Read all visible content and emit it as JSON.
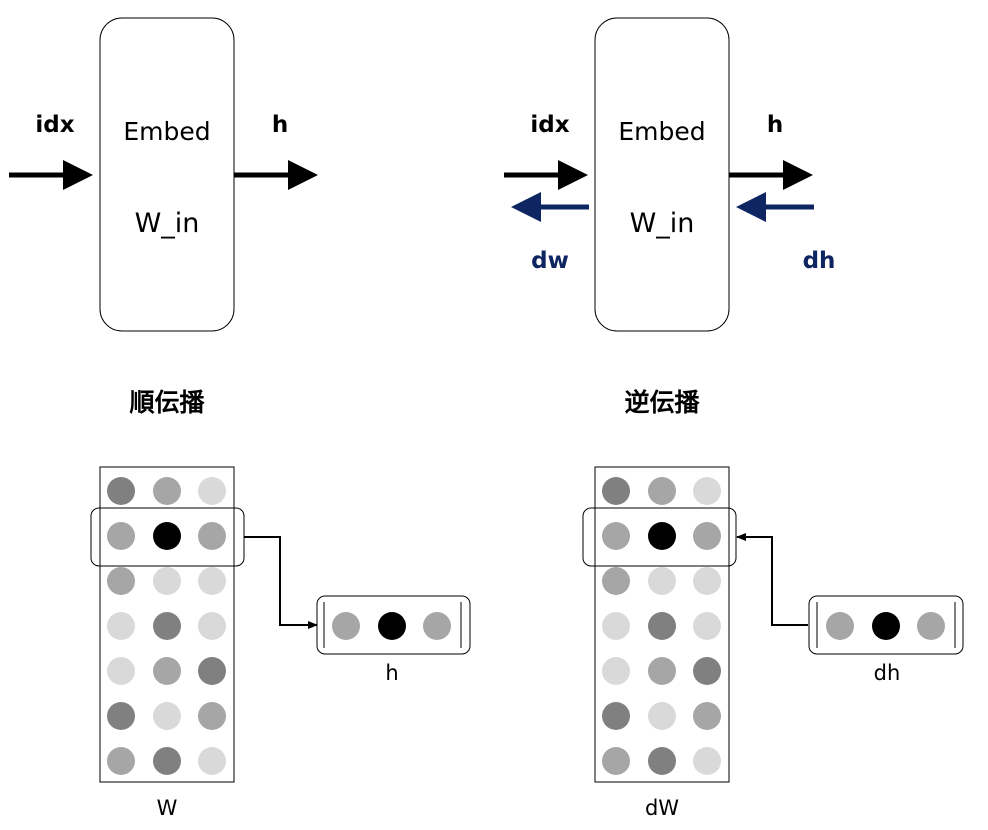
{
  "forward": {
    "input_label": "idx",
    "output_label": "h",
    "layer_name": "Embed",
    "layer_param": "W_in",
    "caption": "順伝播"
  },
  "backward": {
    "input_label": "idx",
    "output_label": "h",
    "grad_in_label": "dw",
    "grad_out_label": "dh",
    "layer_name": "Embed",
    "layer_param": "W_in",
    "caption": "逆伝播"
  },
  "forward_matrix": {
    "label": "W",
    "vector_label": "h",
    "selected_row": 1,
    "rows": [
      [
        "gray-dark",
        "gray-mid",
        "gray-light"
      ],
      [
        "gray-mid",
        "black",
        "gray-mid"
      ],
      [
        "gray-mid",
        "gray-light",
        "gray-light"
      ],
      [
        "gray-light",
        "gray-dark",
        "gray-light"
      ],
      [
        "gray-light",
        "gray-mid",
        "gray-dark"
      ],
      [
        "gray-dark",
        "gray-light",
        "gray-mid"
      ],
      [
        "gray-mid",
        "gray-dark",
        "gray-light"
      ]
    ],
    "vector": [
      "gray-mid",
      "black",
      "gray-mid"
    ]
  },
  "backward_matrix": {
    "label": "dW",
    "vector_label": "dh",
    "selected_row": 1,
    "rows": [
      [
        "gray-dark",
        "gray-mid",
        "gray-light"
      ],
      [
        "gray-mid",
        "black",
        "gray-mid"
      ],
      [
        "gray-mid",
        "gray-light",
        "gray-light"
      ],
      [
        "gray-light",
        "gray-dark",
        "gray-light"
      ],
      [
        "gray-light",
        "gray-mid",
        "gray-dark"
      ],
      [
        "gray-dark",
        "gray-light",
        "gray-mid"
      ],
      [
        "gray-mid",
        "gray-dark",
        "gray-light"
      ]
    ],
    "vector": [
      "gray-mid",
      "black",
      "gray-mid"
    ]
  },
  "colors": {
    "black": "#000000",
    "gray-dark": "#808080",
    "gray-mid": "#a6a6a6",
    "gray-light": "#d9d9d9",
    "grad_arrow": "#0d2560",
    "grad_text": "#0d2560"
  }
}
